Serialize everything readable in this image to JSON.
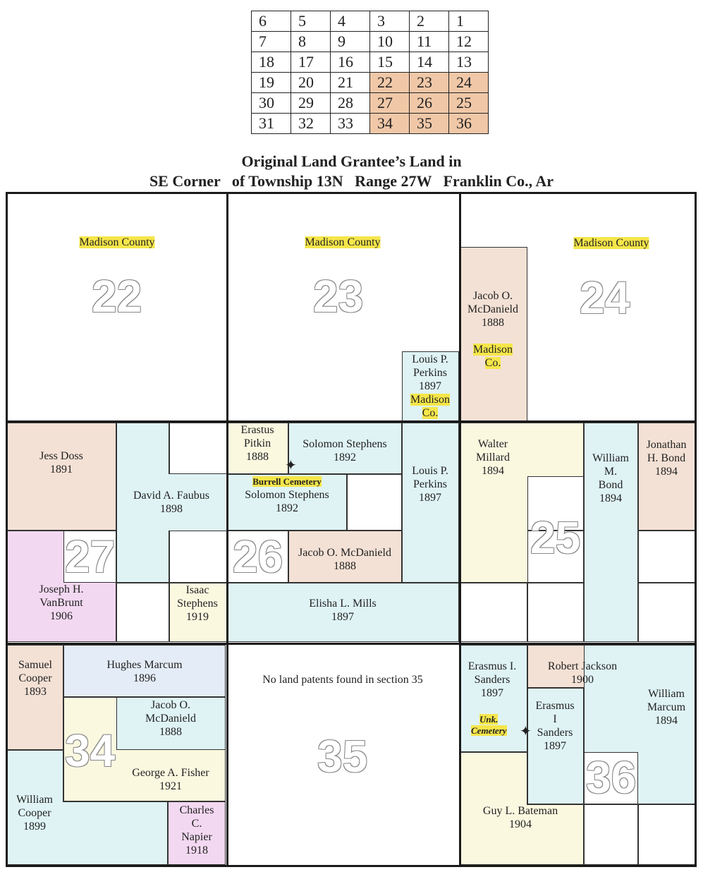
{
  "township_grid": [
    [
      "6",
      "5",
      "4",
      "3",
      "2",
      "1"
    ],
    [
      "7",
      "8",
      "9",
      "10",
      "11",
      "12"
    ],
    [
      "18",
      "17",
      "16",
      "15",
      "14",
      "13"
    ],
    [
      "19",
      "20",
      "21",
      "22",
      "23",
      "24"
    ],
    [
      "30",
      "29",
      "28",
      "27",
      "26",
      "25"
    ],
    [
      "31",
      "32",
      "33",
      "34",
      "35",
      "36"
    ]
  ],
  "highlighted_sections": [
    "22",
    "23",
    "24",
    "25",
    "26",
    "27",
    "34",
    "35",
    "36"
  ],
  "title": {
    "line1": "Original Land Grantee’s Land in",
    "line2": "SE Corner   of Township 13N   Range 27W   Franklin Co., Ar"
  },
  "sections": {
    "s22": "22",
    "s23": "23",
    "s24": "24",
    "s27": "27",
    "s26": "26",
    "s25": "25",
    "s34": "34",
    "s35": "35",
    "s36": "36"
  },
  "labels": {
    "madison_county": "Madison County",
    "madison_co_1": "Madison",
    "madison_co_2": "Co.",
    "no_patents": "No land patents found in section 35",
    "burrell": "Burrell Cemetery",
    "unk1": "Unk.",
    "unk2": "Cemetery"
  },
  "parcels": {
    "mcd24": [
      "Jacob O.",
      "McDanield",
      "1888"
    ],
    "perkins23": [
      "Louis P.",
      "Perkins",
      "1897"
    ],
    "doss": [
      "Jess Doss",
      "1891"
    ],
    "faubus": [
      "David A. Faubus",
      "1898"
    ],
    "vanbrunt": [
      "Joseph H.",
      "VanBrunt",
      "1906"
    ],
    "isaac": [
      "Isaac",
      "Stephens",
      "1919"
    ],
    "pitkin": [
      "Erastus",
      "Pitkin",
      "1888"
    ],
    "solomon1": [
      "Solomon Stephens",
      "1892"
    ],
    "solomon2": [
      "Solomon Stephens",
      "1892"
    ],
    "perkins26": [
      "Louis P.",
      "Perkins",
      "1897"
    ],
    "mcd26": [
      "Jacob O. McDanield",
      "1888"
    ],
    "mills": [
      "Elisha L. Mills",
      "1897"
    ],
    "millard": [
      "Walter",
      "Millard",
      "1894"
    ],
    "wmbond": [
      "William",
      "M.",
      "Bond",
      "1894"
    ],
    "jhbond": [
      "Jonathan",
      "H. Bond",
      "1894"
    ],
    "scooper": [
      "Samuel",
      "Cooper",
      "1893"
    ],
    "hmarcum": [
      "Hughes Marcum",
      "1896"
    ],
    "mcd34": [
      "Jacob O.",
      "McDanield",
      "1888"
    ],
    "fisher": [
      "George A. Fisher",
      "1921"
    ],
    "wcooper": [
      "William",
      "Cooper",
      "1899"
    ],
    "napier": [
      "Charles",
      "C.",
      "Napier",
      "1918"
    ],
    "sanders1": [
      "Erasmus I.",
      "Sanders",
      "1897"
    ],
    "jackson": [
      "Robert Jackson",
      "1900"
    ],
    "sanders2": [
      "Erasmus",
      "I",
      "Sanders",
      "1897"
    ],
    "wmarcum": [
      "William",
      "Marcum",
      "1894"
    ],
    "bateman": [
      "Guy L. Bateman",
      "1904"
    ]
  },
  "colors": {
    "peach": "#f4e1d5",
    "blue": "#dff3f5",
    "yellow": "#fbf8e0",
    "pink": "#f3d8f1",
    "highlight": "#f5e64a"
  }
}
